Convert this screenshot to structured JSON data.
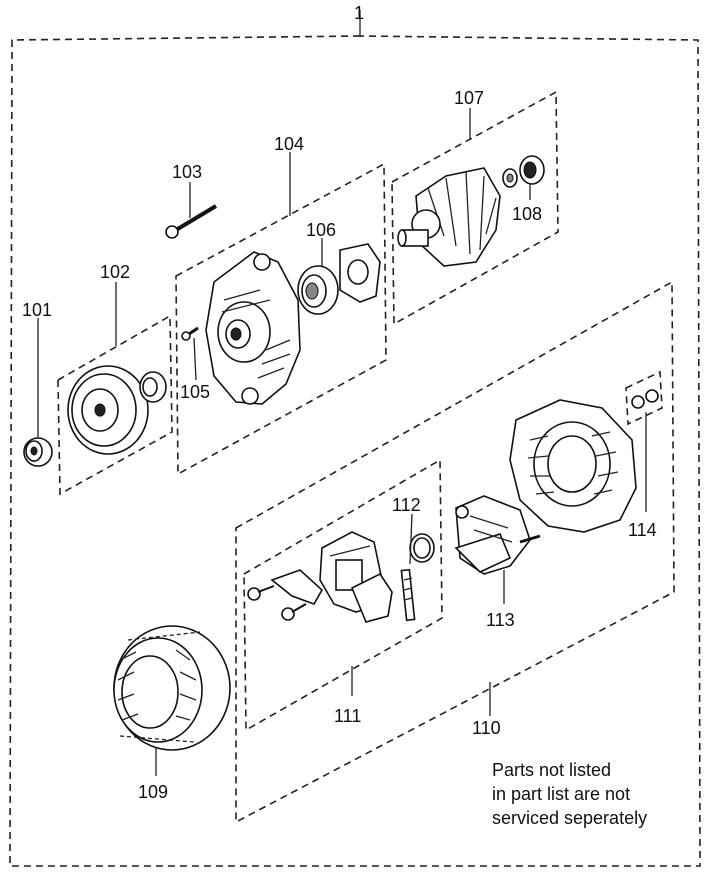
{
  "labels": {
    "p1": "1",
    "p101": "101",
    "p102": "102",
    "p103": "103",
    "p104": "104",
    "p105": "105",
    "p106": "106",
    "p107": "107",
    "p108": "108",
    "p109": "109",
    "p110": "110",
    "p111": "111",
    "p112": "112",
    "p113": "113",
    "p114": "114"
  },
  "note": {
    "line1": "Parts not listed",
    "line2": "in part list are not",
    "line3": "serviced seperately"
  }
}
